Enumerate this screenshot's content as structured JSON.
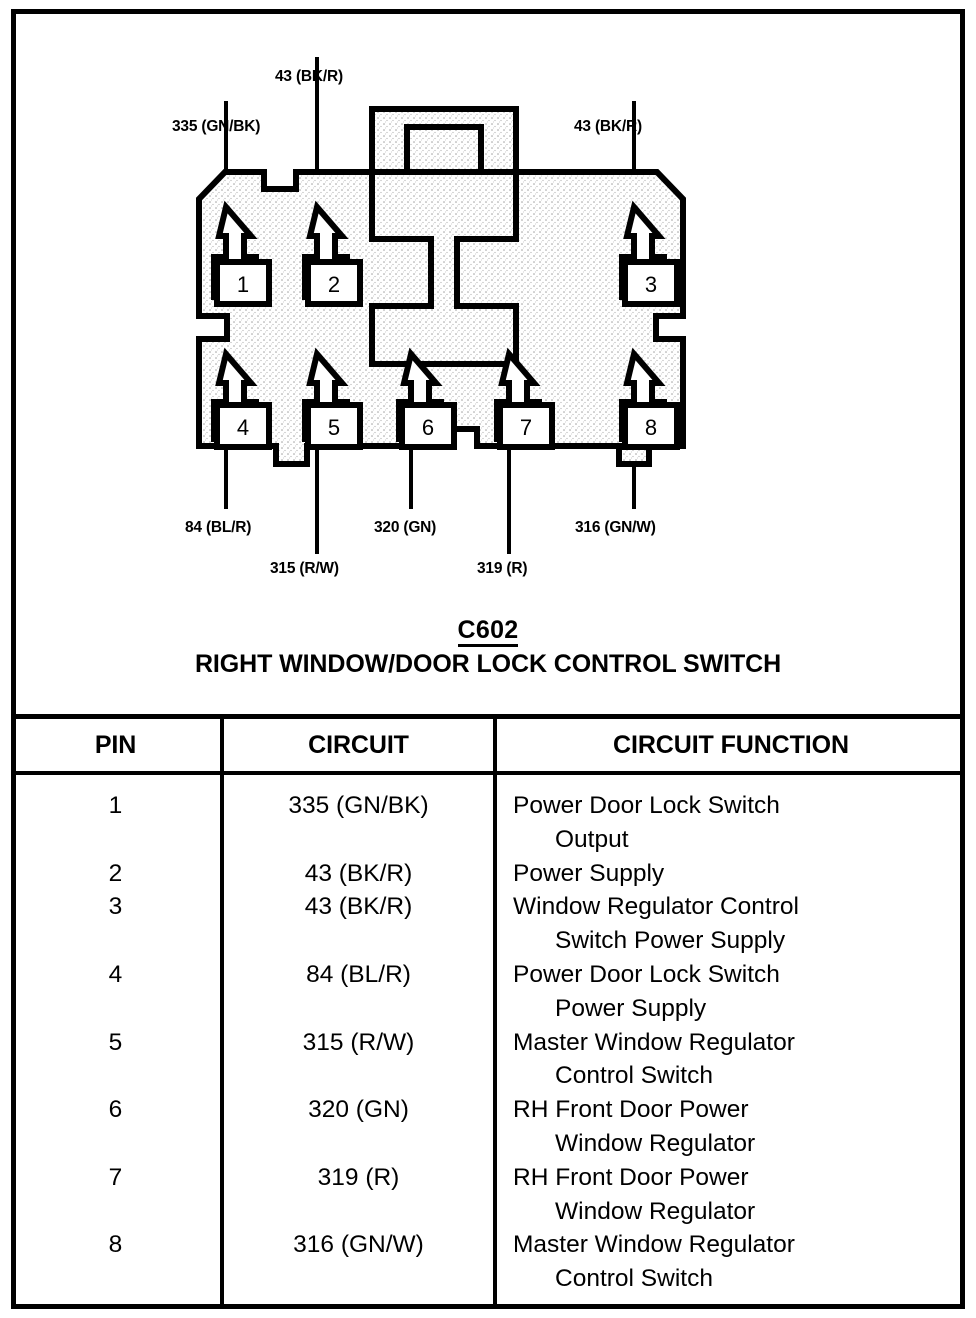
{
  "connector": {
    "code": "C602",
    "title": "RIGHT WINDOW/DOOR LOCK CONTROL SWITCH",
    "pins": [
      {
        "number": "1"
      },
      {
        "number": "2"
      },
      {
        "number": "3"
      },
      {
        "number": "4"
      },
      {
        "number": "5"
      },
      {
        "number": "6"
      },
      {
        "number": "7"
      },
      {
        "number": "8"
      }
    ],
    "wire_labels": [
      {
        "text": "335 (GN/BK)",
        "pin": "1",
        "position": "top"
      },
      {
        "text": "43 (BK/R)",
        "pin": "2",
        "position": "top"
      },
      {
        "text": "43 (BK/R)",
        "pin": "3",
        "position": "top"
      },
      {
        "text": "84 (BL/R)",
        "pin": "4",
        "position": "bottom"
      },
      {
        "text": "315 (R/W)",
        "pin": "5",
        "position": "bottom"
      },
      {
        "text": "320 (GN)",
        "pin": "6",
        "position": "bottom"
      },
      {
        "text": "319 (R)",
        "pin": "7",
        "position": "bottom"
      },
      {
        "text": "316 (GN/W)",
        "pin": "8",
        "position": "bottom"
      }
    ]
  },
  "table": {
    "headers": [
      "PIN",
      "CIRCUIT",
      "CIRCUIT FUNCTION"
    ],
    "rows": [
      {
        "pin": "1",
        "circuit": "335 (GN/BK)",
        "function_line1": "Power Door Lock Switch",
        "function_line2": "Output"
      },
      {
        "pin": "2",
        "circuit": "43 (BK/R)",
        "function_line1": "Power Supply",
        "function_line2": ""
      },
      {
        "pin": "3",
        "circuit": "43 (BK/R)",
        "function_line1": "Window Regulator Control",
        "function_line2": "Switch Power Supply"
      },
      {
        "pin": "4",
        "circuit": "84 (BL/R)",
        "function_line1": "Power Door Lock Switch",
        "function_line2": "Power Supply"
      },
      {
        "pin": "5",
        "circuit": "315 (R/W)",
        "function_line1": "Master Window Regulator",
        "function_line2": "Control Switch"
      },
      {
        "pin": "6",
        "circuit": "320 (GN)",
        "function_line1": "RH Front Door Power",
        "function_line2": "Window Regulator"
      },
      {
        "pin": "7",
        "circuit": "319 (R)",
        "function_line1": "RH Front Door Power",
        "function_line2": "Window Regulator"
      },
      {
        "pin": "8",
        "circuit": "316 (GN/W)",
        "function_line1": "Master Window Regulator",
        "function_line2": "Control Switch"
      }
    ]
  },
  "colors": {
    "ink": "#000000",
    "paper": "#ffffff",
    "body_fill": "#d8d8d8"
  }
}
